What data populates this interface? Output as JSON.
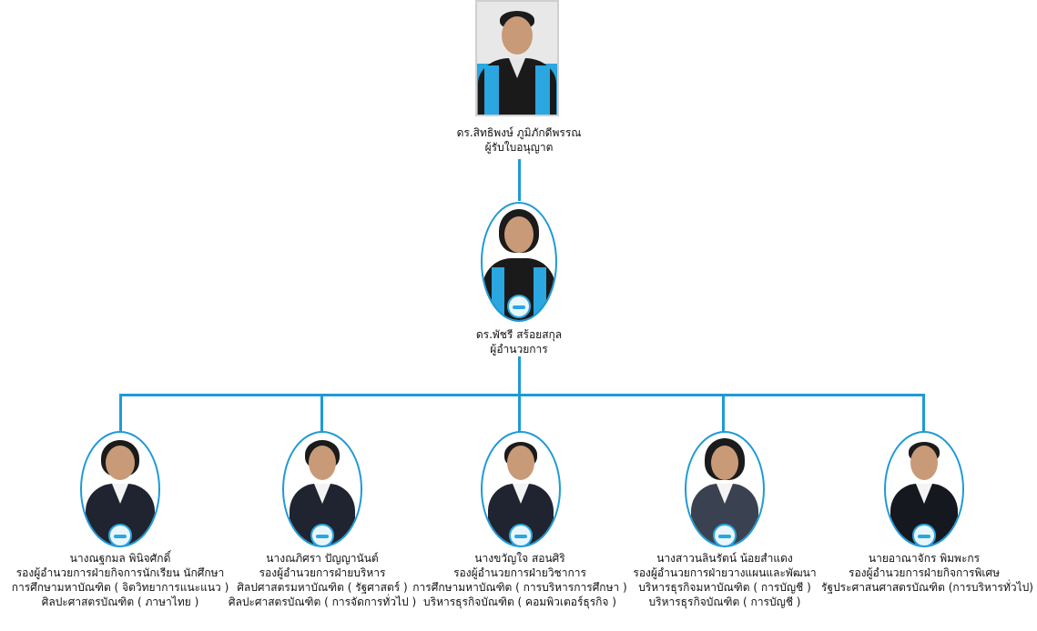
{
  "licensee": {
    "name": "ดร.สิทธิพงษ์ ภูมิภักดีพรรณ",
    "position": "ผู้รับใบอนุญาต"
  },
  "director": {
    "name": "ดร.พัชรี สร้อยสกุล",
    "position": "ผู้อำนวยการ"
  },
  "deputies": [
    {
      "name": "นางณฐกมล พินิจศักดิ์",
      "position": "รองผู้อำนวยการฝ่ายกิจการนักเรียน นักศึกษา",
      "degree1": "การศึกษามหาบัณฑิต ( จิตวิทยาการแนะแนว )",
      "degree2": "ศิลปะศาสตรบัณฑิต ( ภาษาไทย )"
    },
    {
      "name": "นางณภิศรา ปัญญานันต์",
      "position": "รองผู้อำนวยการฝ่ายบริหาร",
      "degree1": "ศิลปศาสตรมหาบัณฑิต ( รัฐศาสตร์ )",
      "degree2": "ศิลปะศาสตรบัณฑิต ( การจัดการทั่วไป )"
    },
    {
      "name": "นางขวัญใจ สอนศิริ",
      "position": "รองผู้อำนวยการฝ่ายวิชาการ",
      "degree1": "การศึกษามหาบัณฑิต ( การบริหารการศึกษา )",
      "degree2": "บริหารธุรกิจบัณฑิต ( คอมพิวเตอร์ธุรกิจ )"
    },
    {
      "name": "นางสาวนลินรัตน์ น้อยสำแดง",
      "position": "รองผู้อำนวยการฝ่ายวางแผนและพัฒนา",
      "degree1": "บริหารธุรกิจมหาบัณฑิต ( การบัญชี )",
      "degree2": "บริหารธุรกิจบัณฑิต ( การบัญชี )"
    },
    {
      "name": "นายอาณาจักร พิมพะกร",
      "position": "รองผู้อำนวยการฝ่ายกิจการพิเศษ",
      "degree1": "รัฐประศาสนศาสตรบัณฑิต (การบริหารทั่วไป)"
    }
  ],
  "colors": {
    "connector": "#1f9ad6",
    "gown_blue": "#2aa6e0"
  }
}
